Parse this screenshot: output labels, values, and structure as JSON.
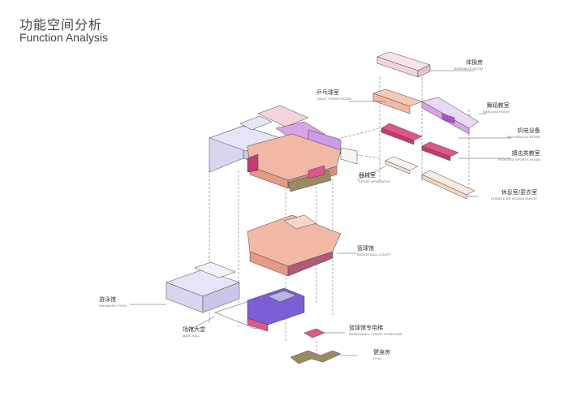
{
  "title": {
    "cn": "功能空间分析",
    "en": "Function Analysis"
  },
  "labels": {
    "aerobics": {
      "cn": "体操房",
      "en": "AEROBICS ROOM"
    },
    "table_tennis": {
      "cn": "乒乓球室",
      "en": "TABLE TENNIS ROOM"
    },
    "dancing": {
      "cn": "舞蹈教室",
      "en": "DANCING ROOM"
    },
    "mechanical": {
      "cn": "机电设备",
      "en": "MACHENICAL ROOM"
    },
    "fighting": {
      "cn": "搏击类教室",
      "en": "FIGHTING SPORTS ROOM"
    },
    "apparatus": {
      "cn": "器械室",
      "en": "SPORT APPARATUS"
    },
    "changing": {
      "cn": "休息室/更衣室",
      "en": "CHANGEING ROOM/LOUNGE"
    },
    "basketball": {
      "cn": "篮球馆",
      "en": "BASKETBALL COURT"
    },
    "swimming": {
      "cn": "游泳馆",
      "en": "SWIMMING POOL"
    },
    "main_hall": {
      "cn": "场馆大堂",
      "en": "MAIN HALL"
    },
    "stair": {
      "cn": "篮球馆专用梯",
      "en": "BASKETBALL COURT STAIRCASE"
    },
    "gym": {
      "cn": "健身房",
      "en": "GYM"
    }
  },
  "colors": {
    "lavender": "#d8d6ef",
    "lavender_dark": "#b9b6e0",
    "pink_light": "#f3d4dc",
    "salmon": "#f2b8a6",
    "salmon_dark": "#e59a86",
    "magenta": "#e0558a",
    "magenta_dark": "#c23c6f",
    "purple": "#7a5fd6",
    "purple_dark": "#5a40b8",
    "violet": "#c99be8",
    "olive": "#9a8a62",
    "olive_dark": "#7d6e4b",
    "cream": "#fbe9de",
    "line": "#555555"
  }
}
